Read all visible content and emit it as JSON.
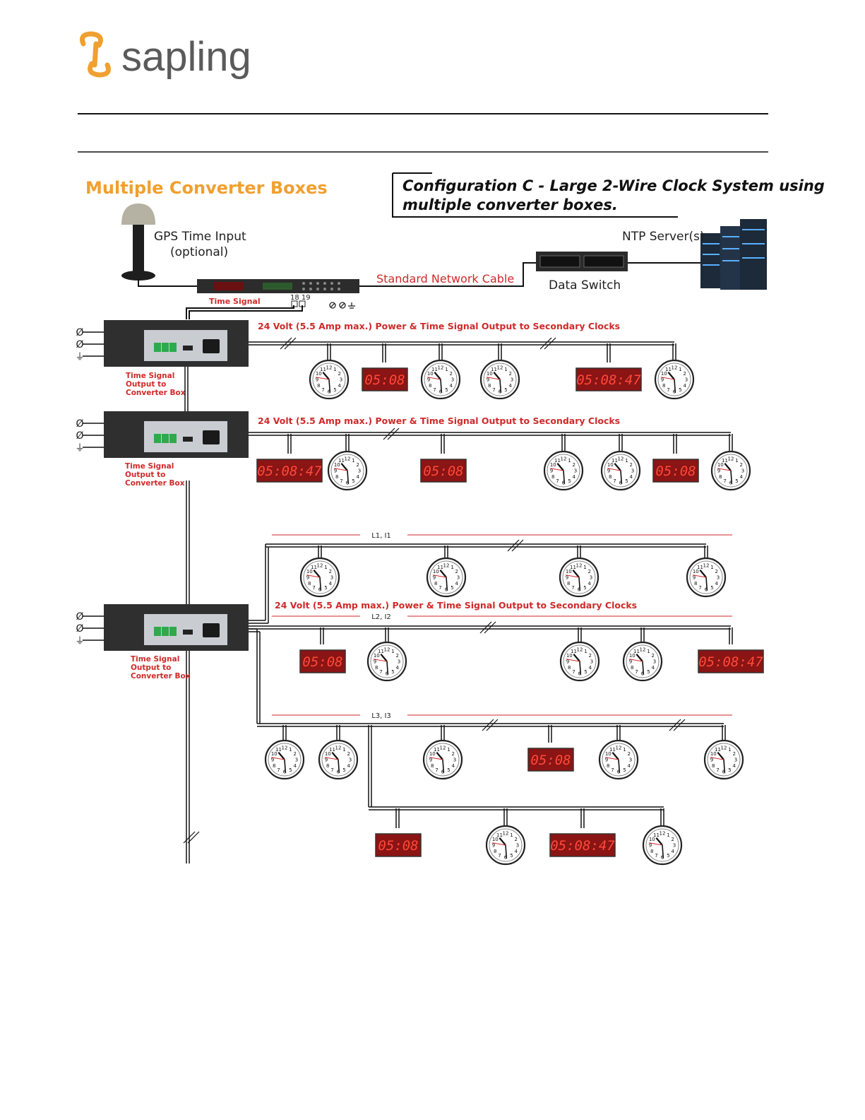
{
  "brand": {
    "name": "sapling",
    "colors": {
      "orange": "#f0a030",
      "gray": "#5a5a5a"
    }
  },
  "diagram": {
    "section_title": "Multiple Converter Boxes",
    "config_title": {
      "line1": "Configuration C - Large 2-Wire Clock System using",
      "line2": "multiple converter boxes."
    },
    "gps": {
      "line1": "GPS Time Input",
      "line2": "(optional)"
    },
    "ntp_label": "NTP Server(s)",
    "switch_label": "Data Switch",
    "cable_label": "Standard Network Cable",
    "time_signal_label": "Time Signal",
    "terminal_numbers": "18 19",
    "power_output_label": "24 Volt (5.5 Amp max.) Power & Time Signal Output to Secondary Clocks",
    "converter_output_label": {
      "l1": "Time Signal",
      "l2": "Output to",
      "l3": "Converter Box"
    },
    "line_labels": {
      "l1": "L1, I1",
      "l2": "L2, I2",
      "l3": "L3, I3"
    },
    "digital_short": "05:08",
    "digital_long": "05:08:47",
    "phase_symbol": "Ø",
    "ground_symbol": "⏚"
  },
  "colors": {
    "red": "#d02a2a",
    "digital_bg": "#8b1414",
    "digital_text": "#ff4a3a",
    "box": "#2f2f2f",
    "panel": "#c9cdd2"
  }
}
